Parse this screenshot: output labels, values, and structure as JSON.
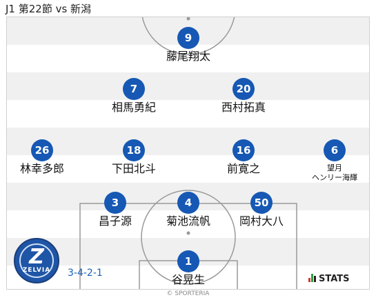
{
  "match_title": "J1 第22節 vs 新潟",
  "formation": "3-4-2-1",
  "club_logo": {
    "name": "FC MACHIDA ZELVIA",
    "emblem_letter": "Z",
    "wordmark": "ZELVIA"
  },
  "stats_brand": "STATS",
  "copyright": "© SPORTERIA",
  "colors": {
    "player_circle": "#1658b4",
    "formation_text": "#1a5fb4"
  },
  "players": [
    {
      "number": "9",
      "name": "藤尾翔太"
    },
    {
      "number": "7",
      "name": "相馬勇紀"
    },
    {
      "number": "20",
      "name": "西村拓真"
    },
    {
      "number": "26",
      "name": "林幸多郎"
    },
    {
      "number": "18",
      "name": "下田北斗"
    },
    {
      "number": "16",
      "name": "前寛之"
    },
    {
      "number": "6",
      "name": "望月\nヘンリー海輝"
    },
    {
      "number": "3",
      "name": "昌子源"
    },
    {
      "number": "4",
      "name": "菊池流帆"
    },
    {
      "number": "50",
      "name": "岡村大八"
    },
    {
      "number": "1",
      "name": "谷晃生"
    }
  ]
}
